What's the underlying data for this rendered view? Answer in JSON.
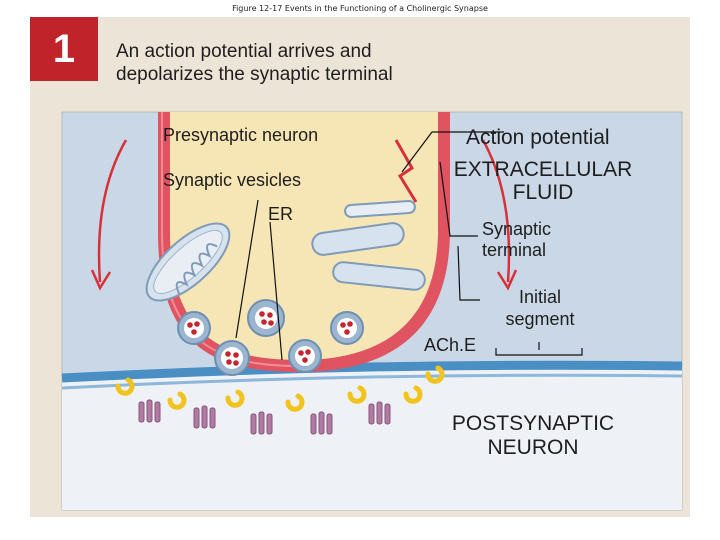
{
  "caption": "Figure 12-17 Events in the Functioning of a Cholinergic Synapse",
  "step": {
    "number": "1",
    "title_line1": "An action potential arrives and",
    "title_line2": "depolarizes the synaptic terminal"
  },
  "labels": {
    "presynaptic_neuron": "Presynaptic neuron",
    "synaptic_vesicles": "Synaptic vesicles",
    "er": "ER",
    "action_potential": "Action potential",
    "extracellular_line1": "EXTRACELLULAR",
    "extracellular_line2": "FLUID",
    "synaptic_terminal_line1": "Synaptic",
    "synaptic_terminal_line2": "terminal",
    "initial_segment_line1": "Initial",
    "initial_segment_line2": "segment",
    "ache": "ACh.E",
    "postsynaptic_line1": "POSTSYNAPTIC",
    "postsynaptic_line2": "NEURON"
  },
  "colors": {
    "background_panel": "#ede4d8",
    "diagram_bg": "#c9d7e6",
    "terminal_fill": "#f7e6b5",
    "membrane_red": "#e05360",
    "postsynaptic_fill": "#eef2f7",
    "membrane_blue": "#4a8fc4",
    "vesicle_blue": "#9db6cf",
    "ach_red": "#c4262e",
    "receptor_purple": "#b07aa3",
    "ache_yellow": "#f2c21d",
    "badge_red": "#c0232a"
  }
}
